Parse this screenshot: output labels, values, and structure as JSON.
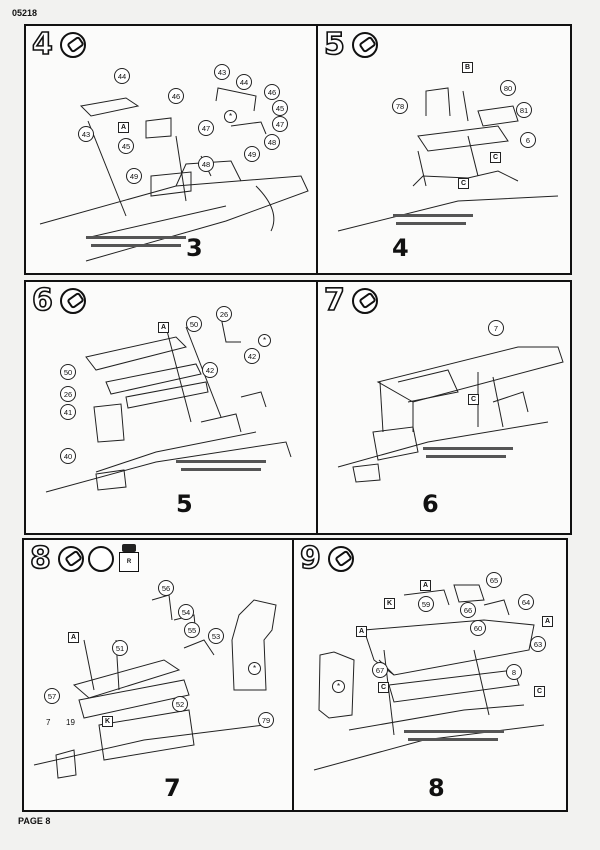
{
  "header": {
    "code": "05218"
  },
  "footer": {
    "page": "PAGE 8"
  },
  "steps": [
    {
      "number": "4",
      "result": "3",
      "callouts": [
        "44",
        "46",
        "43",
        "45",
        "47",
        "48",
        "49",
        "43",
        "44",
        "46",
        "45",
        "47",
        "48",
        "49"
      ],
      "flags": [
        "A"
      ]
    },
    {
      "number": "5",
      "result": "4",
      "callouts": [
        "80",
        "78",
        "81",
        "6"
      ],
      "flags": [
        "B",
        "C",
        "C"
      ]
    },
    {
      "number": "6",
      "result": "5",
      "callouts": [
        "26",
        "50",
        "42",
        "50",
        "26",
        "42",
        "41",
        "40"
      ],
      "flags": [
        "A"
      ]
    },
    {
      "number": "7",
      "result": "6",
      "callouts": [
        "7"
      ],
      "flags": [
        "C"
      ]
    },
    {
      "number": "8",
      "result": "7",
      "callouts": [
        "56",
        "54",
        "55",
        "53",
        "51",
        "57",
        "52",
        "79"
      ],
      "loose": [
        "7",
        "19"
      ],
      "flags": [
        "A",
        "K"
      ],
      "paint_label": "R"
    },
    {
      "number": "9",
      "result": "8",
      "callouts": [
        "65",
        "64",
        "59",
        "66",
        "60",
        "63",
        "67",
        "8"
      ],
      "flags": [
        "A",
        "K",
        "A",
        "C",
        "C",
        "A"
      ]
    }
  ]
}
